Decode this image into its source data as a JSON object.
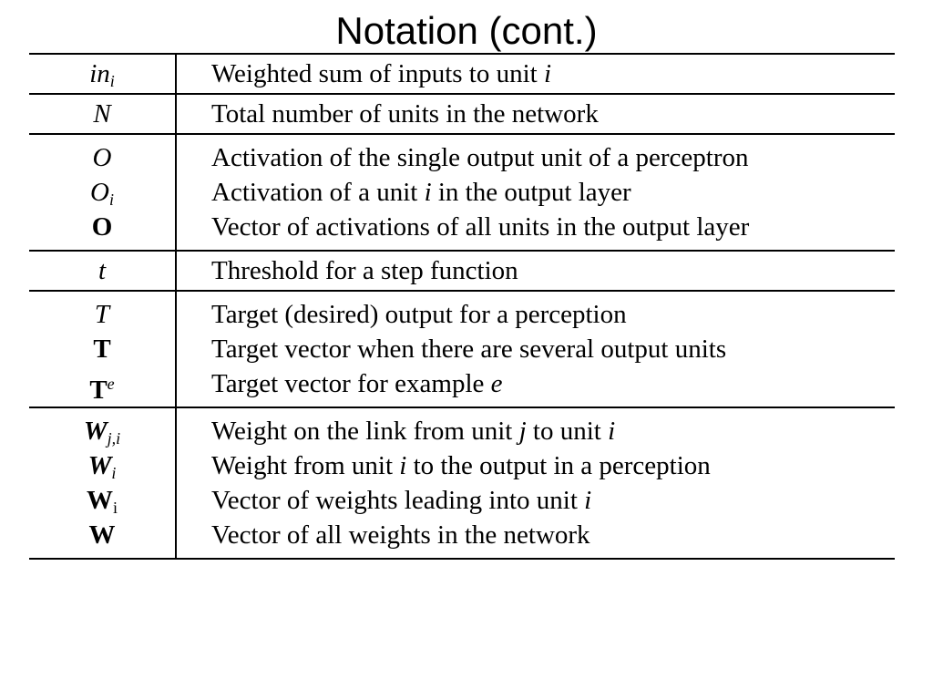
{
  "title": "Notation (cont.)",
  "groups": [
    {
      "rows": [
        {
          "sym": "in",
          "sub": "i",
          "style": "italic",
          "desc": "Weighted sum of inputs to unit ",
          "desc_var": "i"
        }
      ]
    },
    {
      "rows": [
        {
          "sym": "N",
          "style": "italic",
          "desc": "Total number of units in the network"
        }
      ]
    },
    {
      "rows": [
        {
          "sym": "O",
          "style": "italic",
          "desc": "Activation of the single output unit of a perceptron"
        },
        {
          "sym": "O",
          "sub": "i",
          "style": "italic",
          "desc": "Activation of a unit ",
          "desc_var": "i",
          "desc_after": " in the output layer"
        },
        {
          "sym": "O",
          "style": "bold",
          "desc": "Vector of activations of all units in the output layer"
        }
      ]
    },
    {
      "rows": [
        {
          "sym": "t",
          "style": "italic",
          "desc": "Threshold for a step function"
        }
      ]
    },
    {
      "rows": [
        {
          "sym": "T",
          "style": "italic",
          "desc": "Target (desired) output for a perception"
        },
        {
          "sym": "T",
          "style": "bold",
          "desc": "Target vector when there are several output units"
        },
        {
          "sym": "T",
          "sup": "e",
          "style": "bold",
          "desc": "Target vector for example ",
          "desc_var": "e"
        }
      ]
    },
    {
      "rows": [
        {
          "sym": "W",
          "sub": "j,i",
          "style": "bolditalic",
          "desc": "Weight on the link from unit ",
          "desc_var": "j",
          "desc_after": " to unit ",
          "desc_var2": "i"
        },
        {
          "sym": "W",
          "sub": "i",
          "style": "bolditalic",
          "desc": "Weight from unit ",
          "desc_var": "i",
          "desc_after": " to the output in a perception"
        },
        {
          "sym": "W",
          "sub": "i",
          "style": "bold",
          "desc": "Vector of weights leading into unit ",
          "desc_var": "i"
        },
        {
          "sym": "W",
          "style": "bold",
          "desc": "Vector of all weights in the network"
        }
      ]
    }
  ]
}
